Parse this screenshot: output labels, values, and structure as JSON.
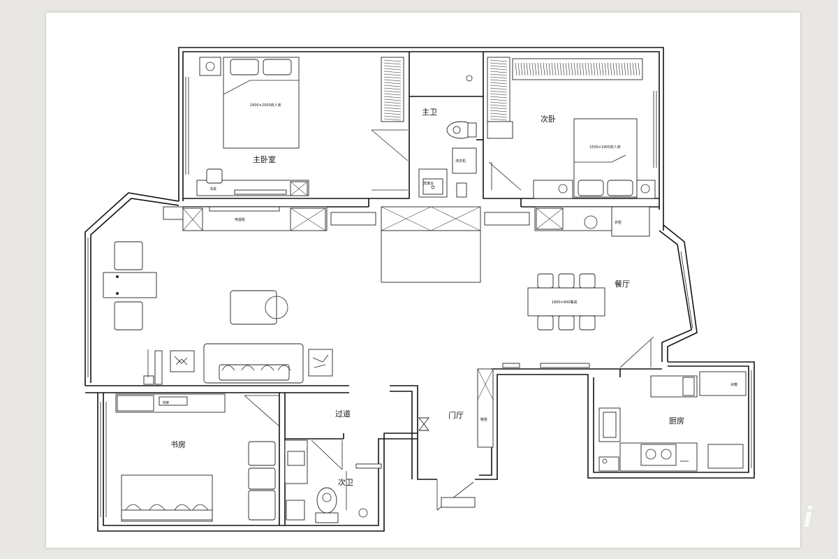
{
  "rooms": {
    "master_bedroom": "主卧室",
    "master_bath": "主卫",
    "second_bedroom": "次卧",
    "dining": "餐厅",
    "corridor": "过道",
    "entry": "门厅",
    "study": "书房",
    "second_bath": "次卫",
    "kitchen": "厨房"
  },
  "labels": {
    "master_bed": "1800×2000双人床",
    "second_bed": "1500×1900双人床",
    "dining_table": "1800×900餐桌",
    "desk": "书桌",
    "tv_cabinet": "电视柜",
    "wash_basin": "洗漱台",
    "washing_machine": "洗衣机",
    "bookshelf": "书架",
    "shoe_cabinet": "鞋柜",
    "wardrobe": "衣柜",
    "fridge": "冰箱"
  },
  "watermark": "i"
}
